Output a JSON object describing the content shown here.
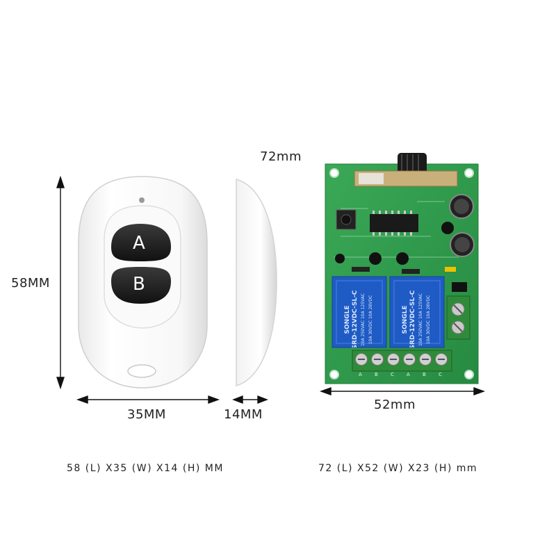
{
  "remote": {
    "height_label": "58MM",
    "width_label": "35MM",
    "thickness_label": "14MM",
    "button_a": "A",
    "button_b": "B",
    "caption": "58 (L) X35 (W) X14 (H) MM"
  },
  "board": {
    "height_label": "72mm",
    "width_label": "52mm",
    "caption": "72 (L) X52 (W) X23 (H) mm",
    "relay_brand": "SONGLE",
    "relay_model": "SRD-12VDC-SL-C",
    "relay_rating_1": "10A 250VAC 10A 125VAC",
    "relay_rating_2": "10A 30VDC 10A 28VDC",
    "terminal_labels": [
      "A",
      "B",
      "C",
      "A",
      "B",
      "C"
    ]
  },
  "colors": {
    "pcb": "#2f9a4a",
    "relay": "#1f5bc4",
    "terminal": "#2e8b3a",
    "remote_button": "#1a1a1a"
  }
}
